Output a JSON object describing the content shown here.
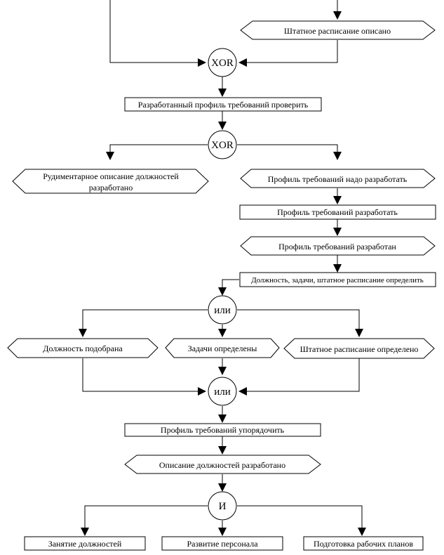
{
  "events": {
    "staff_schedule_described": "Штатное расписание описано",
    "rudimentary_description": [
      "Рудиментарное описание должностей",
      "разработано"
    ],
    "profile_needs_development": "Профиль требований надо разработать",
    "profile_developed": "Профиль требований разработан",
    "position_selected": "Должность подобрана",
    "tasks_defined": "Задачи определены",
    "staff_schedule_defined": "Штатное расписание определено",
    "job_descriptions_developed": "Описание должностей разработано"
  },
  "functions": {
    "check_profile": "Разработанный профиль требований проверить",
    "develop_profile": "Профиль требований разработать",
    "define_position": "Должность, задачи, штатное расписание определить",
    "order_profile": "Профиль требований упорядочить",
    "fill_positions": "Занятие должностей",
    "staff_development": "Развитие персонала",
    "plan_preparation": "Подготовка рабочих планов"
  },
  "connectors": {
    "xor_1": "XOR",
    "xor_2": "XOR",
    "or_1": "или",
    "or_2": "или",
    "and_1": "И"
  }
}
